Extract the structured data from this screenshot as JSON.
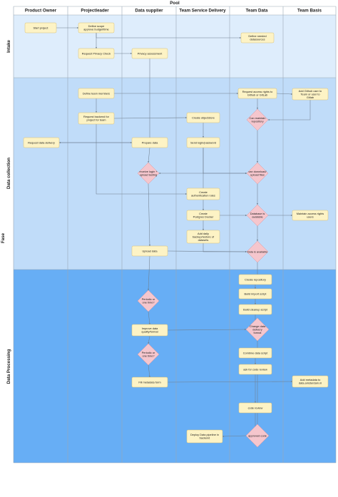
{
  "pool_label": "Pool",
  "phase_axis_label": "Fase",
  "lanes": [
    {
      "id": "po",
      "label": "Product Owner"
    },
    {
      "id": "pl",
      "label": "Projectleader"
    },
    {
      "id": "ds",
      "label": "Data supplier"
    },
    {
      "id": "tsd",
      "label": "Team Service Delivery"
    },
    {
      "id": "td",
      "label": "Team Data"
    },
    {
      "id": "tb",
      "label": "Team Basis"
    }
  ],
  "phases": [
    {
      "id": "intake",
      "label": "Intake",
      "color": "#deedfc"
    },
    {
      "id": "collection",
      "label": "Data collection",
      "color": "#c0dcf9"
    },
    {
      "id": "processing",
      "label": "Data Processing",
      "color": "#67aef5"
    }
  ],
  "colors": {
    "task_fill": "#fdf3c5",
    "task_stroke": "#d6c078",
    "decision_fill": "#f5c6cd",
    "decision_stroke": "#d9959f",
    "line": "#6f7f8f",
    "lane_divider": "#9aa8b6"
  },
  "nodes": [
    {
      "id": "start",
      "type": "task",
      "lines": [
        "Start project"
      ]
    },
    {
      "id": "scope",
      "type": "task",
      "lines": [
        "Define scope",
        "approve budget/time"
      ]
    },
    {
      "id": "datasources",
      "type": "task",
      "lines": [
        "Define needed",
        "datasources"
      ]
    },
    {
      "id": "privreq",
      "type": "task",
      "lines": [
        "Request Privacy Check"
      ]
    },
    {
      "id": "privassess",
      "type": "task",
      "lines": [
        "Privacy assessment"
      ]
    },
    {
      "id": "members",
      "type": "task",
      "lines": [
        "Define team members"
      ]
    },
    {
      "id": "reqaccess",
      "type": "task",
      "lines": [
        "Request access rights to",
        "Github or GitLab"
      ]
    },
    {
      "id": "addgit",
      "type": "task",
      "lines": [
        "Add Github user to",
        "Team or user to",
        "Gitlab"
      ]
    },
    {
      "id": "reqbackend",
      "type": "task",
      "lines": [
        "Request backend for",
        "project for team"
      ]
    },
    {
      "id": "objstore",
      "type": "task",
      "lines": [
        "Create objectstore"
      ]
    },
    {
      "id": "canmaintain",
      "type": "decision",
      "lines": [
        "Can maintain",
        "repository"
      ]
    },
    {
      "id": "delivery",
      "type": "task",
      "lines": [
        "Request data delivery"
      ]
    },
    {
      "id": "prepare",
      "type": "task",
      "lines": [
        "Prepare data"
      ]
    },
    {
      "id": "sendlogin",
      "type": "task",
      "lines": [
        "Send login/password"
      ]
    },
    {
      "id": "receivelogin",
      "type": "decision",
      "lines": [
        "receive login +",
        "upload testing"
      ]
    },
    {
      "id": "candownload",
      "type": "decision",
      "lines": [
        "can download/",
        "upload files"
      ]
    },
    {
      "id": "authrules",
      "type": "task",
      "lines": [
        "Create",
        "authentication rules"
      ]
    },
    {
      "id": "postgres",
      "type": "task",
      "lines": [
        "Create",
        "Postgres Docker"
      ]
    },
    {
      "id": "dbavail",
      "type": "decision",
      "lines": [
        "Database is",
        "available"
      ]
    },
    {
      "id": "maintaindb",
      "type": "task",
      "lines": [
        "Maintain access rights",
        "users"
      ]
    },
    {
      "id": "backup",
      "type": "task",
      "lines": [
        "Add daily",
        "backup/restore of",
        "datasets"
      ]
    },
    {
      "id": "upload",
      "type": "task",
      "lines": [
        "Upload data"
      ]
    },
    {
      "id": "dataavail",
      "type": "decision",
      "lines": [
        "Data is available"
      ]
    },
    {
      "id": "repo",
      "type": "task",
      "lines": [
        "Create repository"
      ]
    },
    {
      "id": "import",
      "type": "task",
      "lines": [
        "Build import script"
      ]
    },
    {
      "id": "periodic1",
      "type": "decision",
      "lines": [
        "Periodic or",
        "one time?"
      ]
    },
    {
      "id": "cleanup",
      "type": "task",
      "lines": [
        "Build cleanup script"
      ]
    },
    {
      "id": "improve",
      "type": "task",
      "lines": [
        "Improve data",
        "quality/format"
      ]
    },
    {
      "id": "changefmt",
      "type": "decision",
      "lines": [
        "Change data",
        "delivery",
        "format"
      ]
    },
    {
      "id": "periodic2",
      "type": "decision",
      "lines": [
        "Periodic or",
        "one time?"
      ]
    },
    {
      "id": "combine",
      "type": "task",
      "lines": [
        "Combine data script"
      ]
    },
    {
      "id": "askreview",
      "type": "task",
      "lines": [
        "ask  for code review"
      ]
    },
    {
      "id": "metaform",
      "type": "task",
      "lines": [
        "Fill metadata form"
      ]
    },
    {
      "id": "addmeta",
      "type": "task",
      "lines": [
        "Add metadata to",
        "data.amsterdam.nl"
      ]
    },
    {
      "id": "codereview",
      "type": "task",
      "lines": [
        "code review"
      ]
    },
    {
      "id": "deploy",
      "type": "task",
      "lines": [
        "Deploy Data pipeline in",
        "backend"
      ]
    },
    {
      "id": "approved",
      "type": "decision",
      "lines": [
        "approved code"
      ]
    }
  ],
  "edges": [
    [
      "start",
      "scope"
    ],
    [
      "scope",
      "datasources"
    ],
    [
      "scope",
      "privreq"
    ],
    [
      "privreq",
      "privassess"
    ],
    [
      "privassess",
      "delivery"
    ],
    [
      "members",
      "reqaccess"
    ],
    [
      "reqaccess",
      "addgit"
    ],
    [
      "reqaccess",
      "canmaintain"
    ],
    [
      "addgit",
      "canmaintain"
    ],
    [
      "members",
      "reqbackend"
    ],
    [
      "reqbackend",
      "objstore"
    ],
    [
      "objstore",
      "sendlogin"
    ],
    [
      "delivery",
      "prepare"
    ],
    [
      "prepare",
      "receivelogin"
    ],
    [
      "sendlogin",
      "receivelogin"
    ],
    [
      "sendlogin",
      "candownload"
    ],
    [
      "canmaintain",
      "candownload"
    ],
    [
      "reqbackend",
      "authrules"
    ],
    [
      "authrules",
      "candownload"
    ],
    [
      "receivelogin",
      "upload"
    ],
    [
      "authrules",
      "postgres"
    ],
    [
      "postgres",
      "dbavail"
    ],
    [
      "dbavail",
      "maintaindb"
    ],
    [
      "postgres",
      "backup"
    ],
    [
      "candownload",
      "dbavail"
    ],
    [
      "backup",
      "dataavail"
    ],
    [
      "dbavail",
      "dataavail"
    ],
    [
      "upload",
      "dataavail"
    ],
    [
      "upload",
      "periodic1"
    ],
    [
      "dataavail",
      "repo"
    ],
    [
      "repo",
      "import"
    ],
    [
      "import",
      "cleanup"
    ],
    [
      "periodic1",
      "improve"
    ],
    [
      "cleanup",
      "changefmt"
    ],
    [
      "improve",
      "changefmt"
    ],
    [
      "improve",
      "periodic2"
    ],
    [
      "changefmt",
      "combine"
    ],
    [
      "combine",
      "askreview"
    ],
    [
      "periodic2",
      "metaform"
    ],
    [
      "metaform",
      "addmeta"
    ],
    [
      "askreview",
      "codereview"
    ],
    [
      "codereview",
      "approved"
    ],
    [
      "approved",
      "deploy"
    ],
    [
      "approved",
      "askreview"
    ]
  ]
}
